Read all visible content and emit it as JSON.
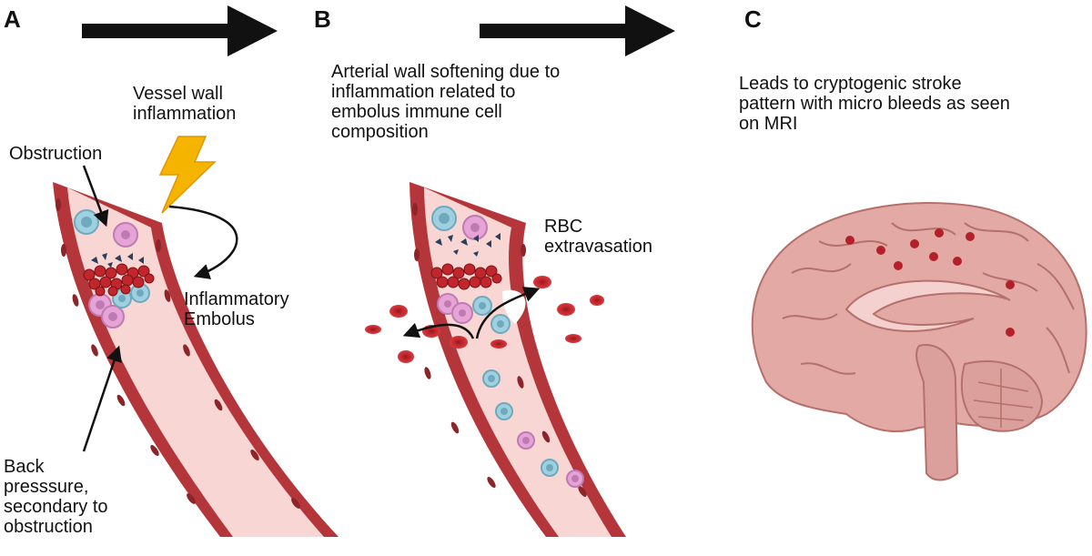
{
  "panels": {
    "a": {
      "letter": "A",
      "vessel_wall_inflammation": "Vessel wall\ninflammation",
      "obstruction": "Obstruction",
      "inflammatory_embolus": "Inflammatory\nEmbolus",
      "back_pressure": "Back\npresssure,\nsecondary to\nobstruction"
    },
    "b": {
      "letter": "B",
      "description": "Arterial wall softening due to\ninflammation related to\nembolus immune cell\ncomposition",
      "rbc_extravasation": "RBC\nextravasation"
    },
    "c": {
      "letter": "C",
      "description": "Leads to cryptogenic stroke\npattern with micro bleeds as seen\non MRI"
    }
  },
  "colors": {
    "vessel_wall": "#b5363a",
    "vessel_lumen": "#f7d6d4",
    "rbc": "#c0262c",
    "leukocyte_blue": "#9fd0e0",
    "leukocyte_pink": "#e6a4d6",
    "brain": "#e3a9a5",
    "microbleed": "#b3202a",
    "arrow": "#111111",
    "lightning": "#f5b400"
  },
  "icons": [
    "process-arrow-icon",
    "lightning-icon",
    "vessel-icon",
    "brain-icon",
    "microbleed-icon"
  ]
}
